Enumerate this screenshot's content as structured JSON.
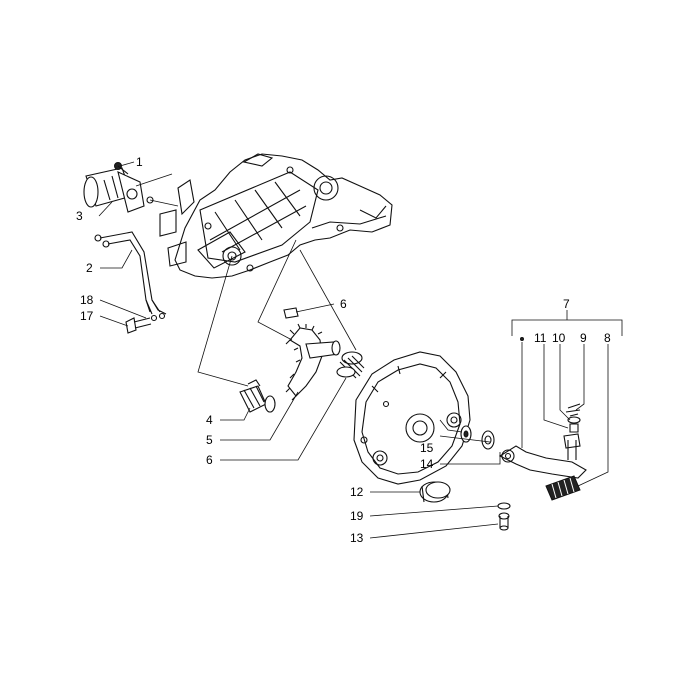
{
  "callouts": [
    {
      "id": "c1",
      "label": "1"
    },
    {
      "id": "c2",
      "label": "2"
    },
    {
      "id": "c3",
      "label": "3"
    },
    {
      "id": "c4",
      "label": "4"
    },
    {
      "id": "c5",
      "label": "5"
    },
    {
      "id": "c6a",
      "label": "6"
    },
    {
      "id": "c6b",
      "label": "6"
    },
    {
      "id": "c7",
      "label": "7"
    },
    {
      "id": "c8",
      "label": "8"
    },
    {
      "id": "c9",
      "label": "9"
    },
    {
      "id": "c10",
      "label": "10"
    },
    {
      "id": "c11",
      "label": "11"
    },
    {
      "id": "c12",
      "label": "12"
    },
    {
      "id": "c13",
      "label": "13"
    },
    {
      "id": "c14",
      "label": "14"
    },
    {
      "id": "c15",
      "label": "15"
    },
    {
      "id": "c17",
      "label": "17"
    },
    {
      "id": "c18",
      "label": "18"
    },
    {
      "id": "c19",
      "label": "19"
    }
  ]
}
